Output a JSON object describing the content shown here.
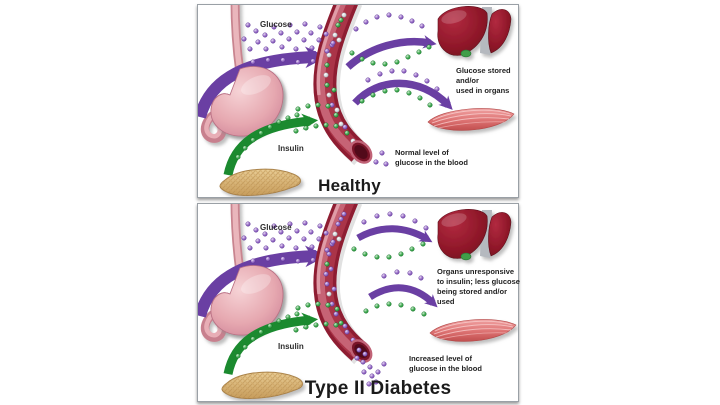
{
  "panels": [
    {
      "id": "healthy",
      "title": "Healthy",
      "glucose_label": "Glucose",
      "insulin_label": "Insulin",
      "organ_note_lines": [
        "Glucose stored",
        "and/or",
        "used in organs"
      ],
      "blood_note_lines": [
        "Normal level of",
        "glucose in the blood"
      ]
    },
    {
      "id": "type-2-diabetes",
      "title": "Type II Diabetes",
      "glucose_label": "Glucose",
      "insulin_label": "Insulin",
      "organ_note_lines": [
        "Organs unresponsive",
        "to insulin; less glucose",
        "being stored and/or",
        "used"
      ],
      "blood_note_lines": [
        "Increased level of",
        "glucose in the blood"
      ]
    }
  ],
  "colors": {
    "background": "#ffffff",
    "panel_border": "#9aa0a6",
    "glucose_arrow": "#6a3fa3",
    "insulin_arrow": "#1b8a2f",
    "glucose_dot": "#8a5fc0",
    "insulin_dot": "#3aa44c",
    "blood_vessel": "#8e1d32",
    "liver": "#8c1627",
    "muscle": "#d96d6d",
    "stomach": "#e8a7ad",
    "pancreas": "#dcb878",
    "text": "#222222"
  }
}
